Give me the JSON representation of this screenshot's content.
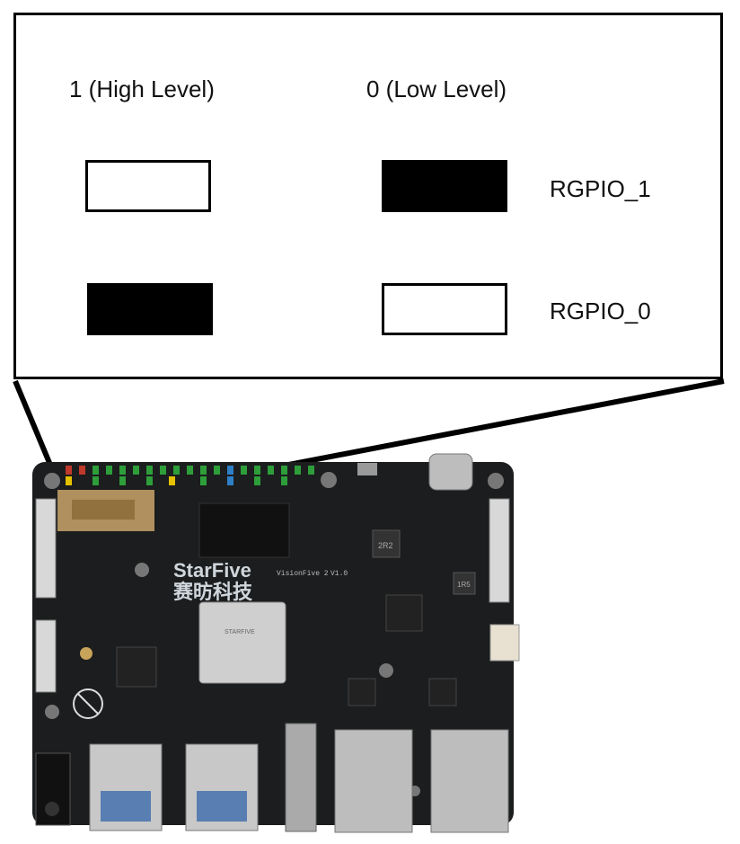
{
  "callout": {
    "columns": {
      "high": "1 (High Level)",
      "low": "0 (Low Level)"
    },
    "rows": [
      {
        "signal": "RGPIO_1",
        "high_switch": "off-white",
        "low_switch": "on-black"
      },
      {
        "signal": "RGPIO_0",
        "high_switch": "on-black",
        "low_switch": "off-white"
      }
    ]
  },
  "board": {
    "brand": "StarFive",
    "brand_cn": "赛昉科技",
    "model": "VisionFive 2",
    "version": "V1.0",
    "inductor_1": "2R2",
    "inductor_2": "1R5",
    "soc_marking": "STARFIVE"
  },
  "colors": {
    "switch_black": "#000000",
    "switch_white": "#ffffff",
    "pcb": "#1b1d1e",
    "boot_switch_highlight": "#c9a46a"
  }
}
